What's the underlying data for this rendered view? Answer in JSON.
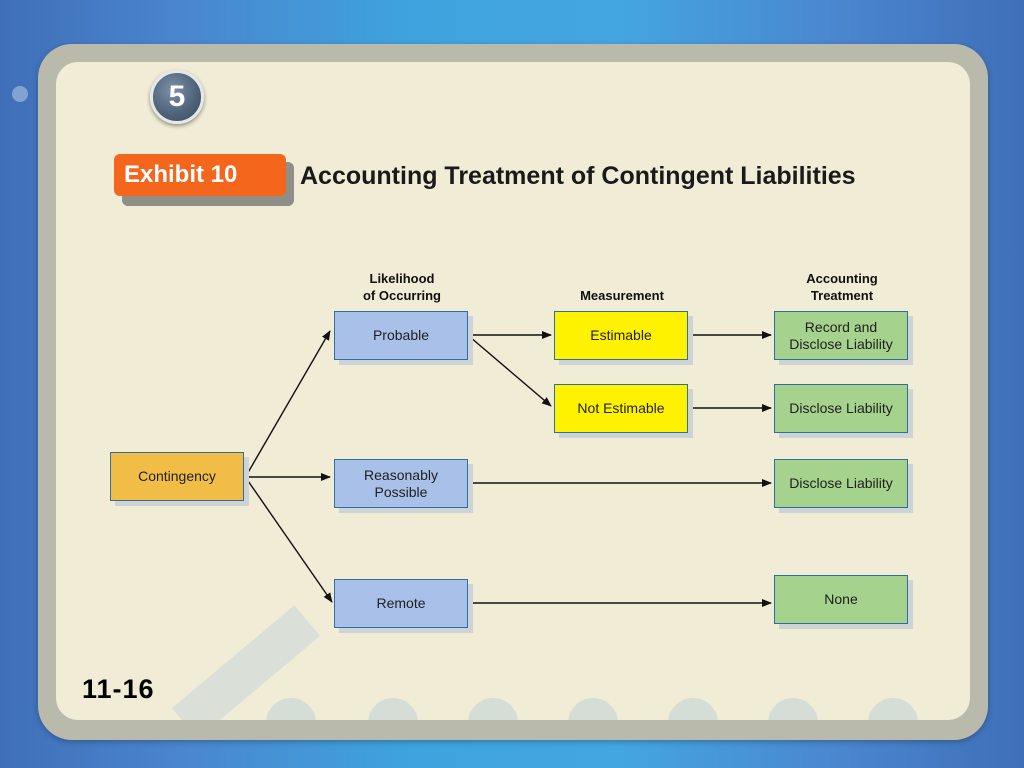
{
  "slide": {
    "badge_number": "5",
    "exhibit_label": "Exhibit 10",
    "title": "Accounting Treatment of Contingent Liabilities",
    "slide_number": "11-16"
  },
  "columns": {
    "likelihood": "Likelihood\nof Occurring",
    "measurement": "Measurement",
    "treatment": "Accounting\nTreatment"
  },
  "boxes": {
    "contingency": "Contingency",
    "probable": "Probable",
    "reasonably_possible": "Reasonably\nPossible",
    "remote": "Remote",
    "estimable": "Estimable",
    "not_estimable": "Not Estimable",
    "record_disclose": "Record and\nDisclose Liability",
    "disclose_1": "Disclose Liability",
    "disclose_2": "Disclose Liability",
    "none": "None"
  },
  "colors": {
    "contingency": "#f2bd46",
    "likelihood": "#a9c0e8",
    "measurement": "#fff200",
    "treatment": "#a5d28c",
    "exhibit_tag": "#f4661c"
  }
}
